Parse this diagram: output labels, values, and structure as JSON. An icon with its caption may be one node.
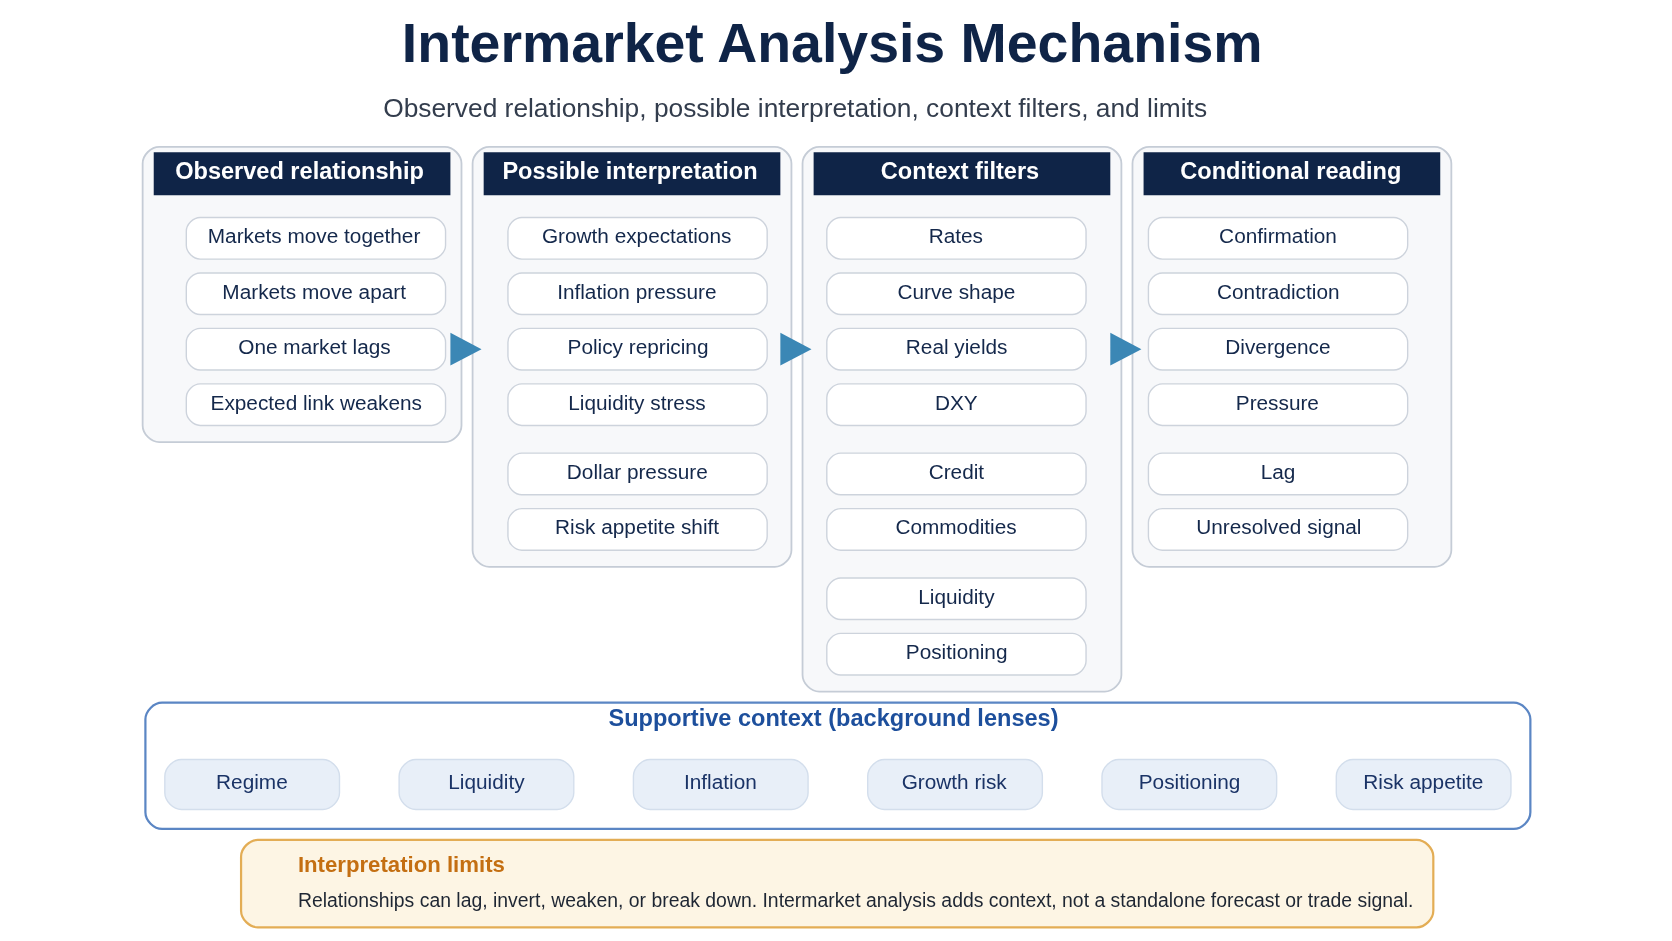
{
  "diagram": {
    "title": "Intermarket Analysis Mechanism",
    "nodes": [
      {
        "text": [
          "Observed relationship"
        ]
      },
      {
        "text": [
          "Markets move together"
        ],
        "in": 0
      },
      {
        "text": [
          "Markets move apart"
        ],
        "in": 0
      },
      {
        "text": [
          "One market lags"
        ],
        "in": 0
      },
      {
        "text": [
          "Expected link weakens"
        ],
        "in": 0
      },
      {
        "text": [
          "Possible interpretation"
        ]
      },
      {
        "text": [
          "Growth expectations"
        ],
        "in": 5
      },
      {
        "text": [
          "Inflation pressure"
        ],
        "in": 5
      },
      {
        "text": [
          "Policy repricing"
        ],
        "in": 5
      },
      {
        "text": [
          "Liquidity stress"
        ],
        "in": 5
      },
      {
        "text": [
          "Dollar pressure"
        ],
        "in": 5
      },
      {
        "text": [
          "Risk appetite shift"
        ],
        "in": 5
      },
      {
        "text": [
          "Context filters"
        ]
      },
      {
        "text": [
          "Rates"
        ],
        "in": 12
      },
      {
        "text": [
          "Curve shape"
        ],
        "in": 12
      },
      {
        "text": [
          "Real yields"
        ],
        "in": 12
      },
      {
        "text": [
          "DXY"
        ],
        "in": 12
      },
      {
        "text": [
          "Credit"
        ],
        "in": 12
      },
      {
        "text": [
          "Commodities"
        ],
        "in": 12
      },
      {
        "text": [
          "Liquidity"
        ],
        "in": 12
      },
      {
        "text": [
          "Positioning"
        ],
        "in": 12
      },
      {
        "text": [
          "Conditional reading"
        ]
      },
      {
        "text": [
          "Confirmation"
        ],
        "in": 21
      },
      {
        "text": [
          "Contradiction"
        ],
        "in": 21
      },
      {
        "text": [
          "Divergence"
        ],
        "in": 21
      },
      {
        "text": [
          "Pressure"
        ],
        "in": 21
      },
      {
        "text": [
          "Lag"
        ],
        "in": 21
      },
      {
        "text": [
          "Unresolved signal"
        ],
        "in": 21
      },
      {
        "text": [
          "Supportive context (background lenses)"
        ]
      },
      {
        "text": [
          "Regime"
        ],
        "in": 28
      },
      {
        "text": [
          "Liquidity"
        ],
        "in": 28
      },
      {
        "text": [
          "Inflation"
        ],
        "in": 28
      },
      {
        "text": [
          "Growth risk"
        ],
        "in": 28
      },
      {
        "text": [
          "Positioning"
        ],
        "in": 28
      },
      {
        "text": [
          "Risk appetite"
        ],
        "in": 28
      },
      {
        "text": [
          "Interpretation limits",
          "Relationships can lag, invert, weaken, or break down. Intermarket analysis adds context, not a standalone forecast or trade signal."
        ]
      }
    ],
    "edges": [
      {
        "from": 0,
        "to": 5,
        "arrow": "to"
      },
      {
        "from": 5,
        "to": 12,
        "arrow": "to"
      },
      {
        "from": 12,
        "to": 21,
        "arrow": "to"
      }
    ],
    "labels": [
      "Observed relationship, possible interpretation, context filters, and limits"
    ]
  }
}
